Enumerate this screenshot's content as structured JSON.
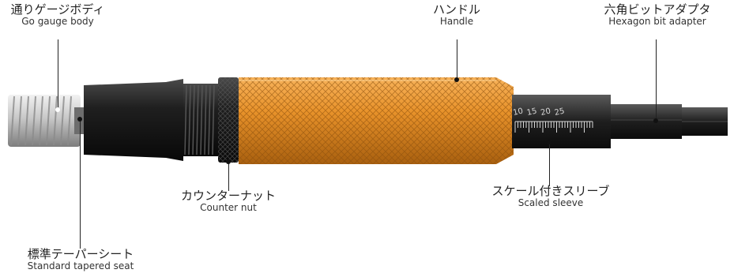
{
  "callouts": {
    "go_gauge_body": {
      "jp": "通りゲージボディ",
      "en": "Go gauge body"
    },
    "handle": {
      "jp": "ハンドル",
      "en": "Handle"
    },
    "hex_adapter": {
      "jp": "六角ビットアダプタ",
      "en": "Hexagon bit adapter"
    },
    "counter_nut": {
      "jp": "カウンターナット",
      "en": "Counter nut"
    },
    "scaled_sleeve": {
      "jp": "スケール付きスリーブ",
      "en": "Scaled sleeve"
    },
    "tapered_seat": {
      "jp": "標準テーパーシート",
      "en": "Standard tapered seat"
    }
  },
  "scale": {
    "ticks": [
      "10",
      "15",
      "20",
      "25"
    ]
  },
  "colors": {
    "handle_orange": "#e8922a",
    "black_parts": "#1b1b1b",
    "thread_silver": "#c9c9c9"
  }
}
